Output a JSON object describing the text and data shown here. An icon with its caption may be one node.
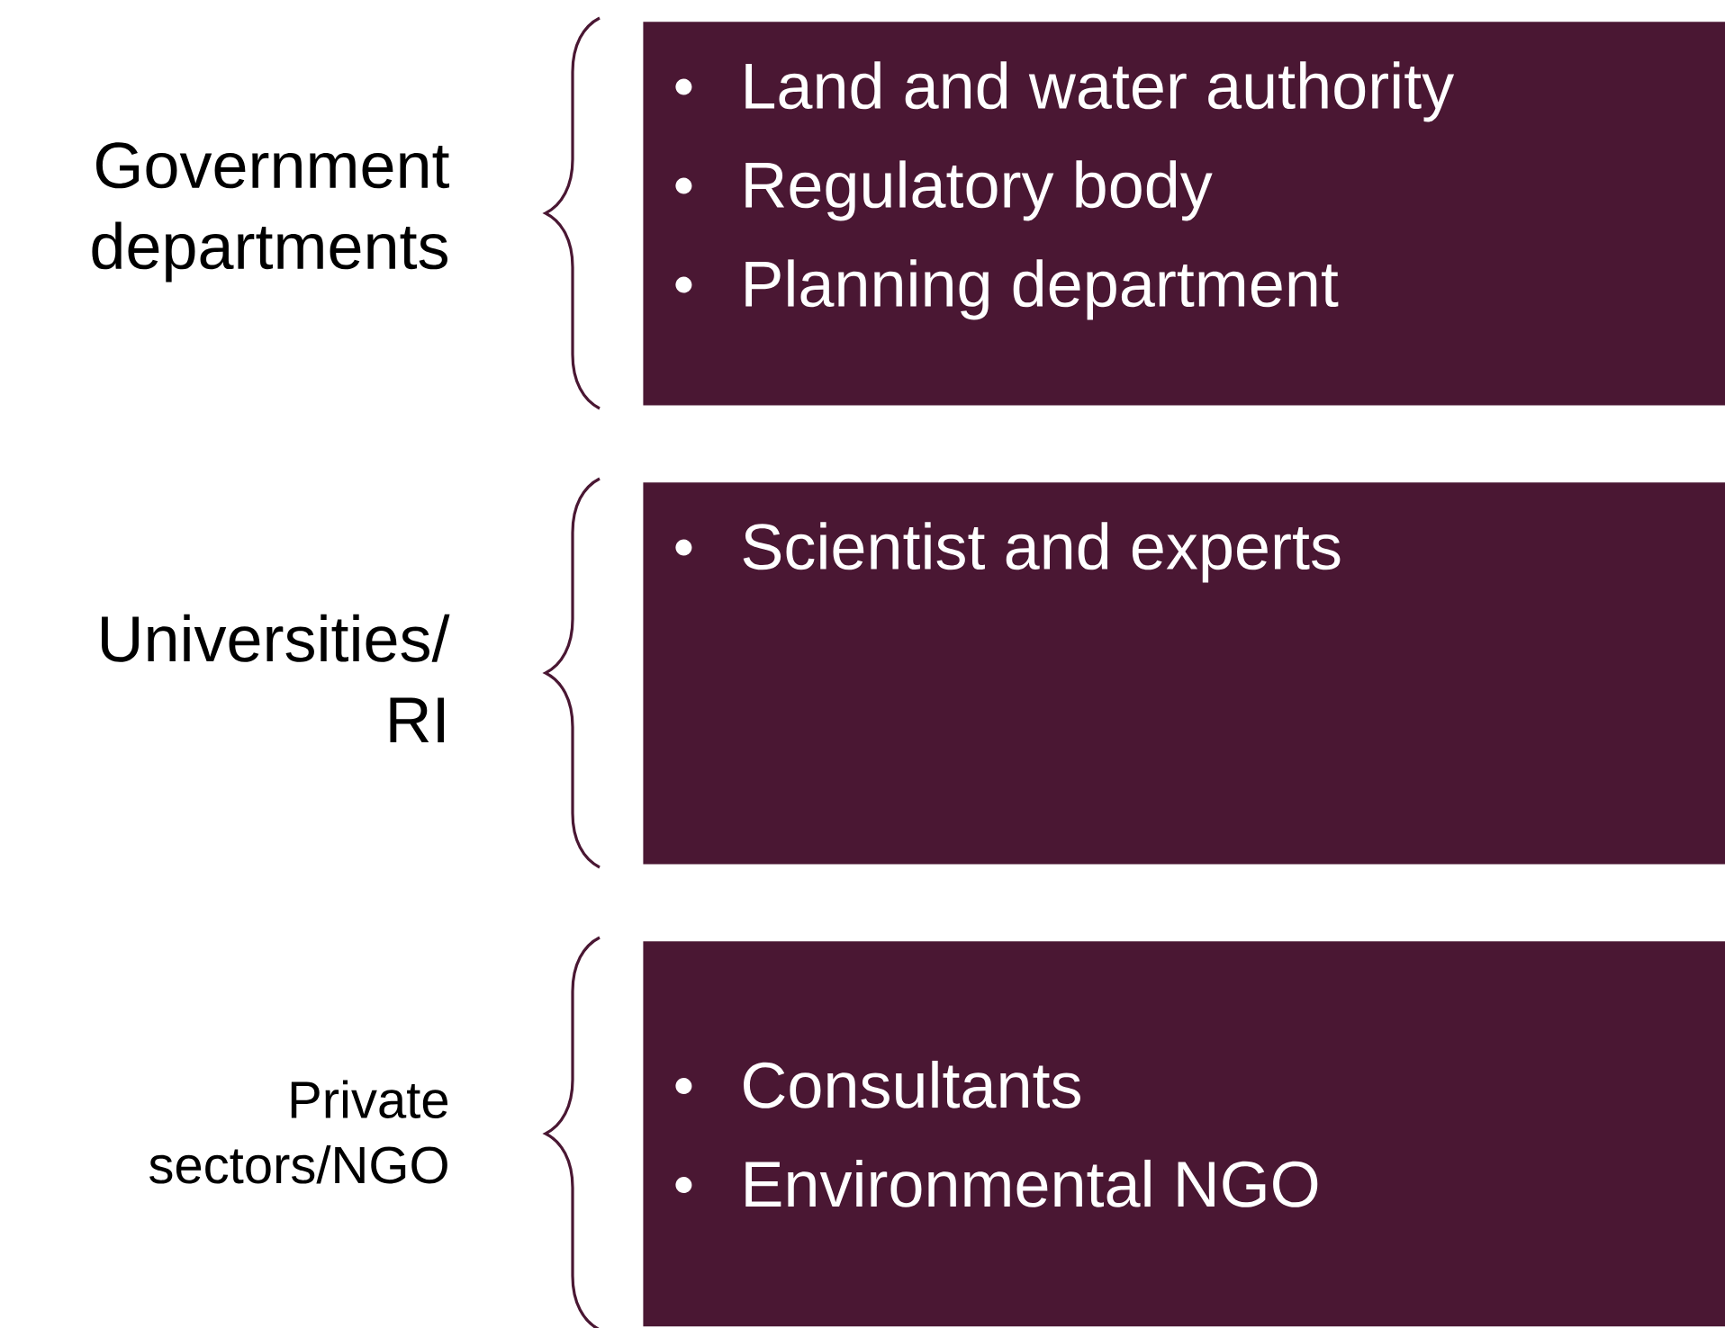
{
  "diagram": {
    "nodes": [
      {
        "text": [
          "Land and water authority",
          "Regulatory body",
          "Planning department"
        ],
        "beside": [
          "Government departments"
        ]
      },
      {
        "text": [
          "Scientist and experts"
        ],
        "beside": [
          "Universities/ RI"
        ]
      },
      {
        "text": [
          "Consultants",
          "Environmental NGO"
        ],
        "beside": [
          "Private sectors/NGO"
        ]
      }
    ]
  }
}
